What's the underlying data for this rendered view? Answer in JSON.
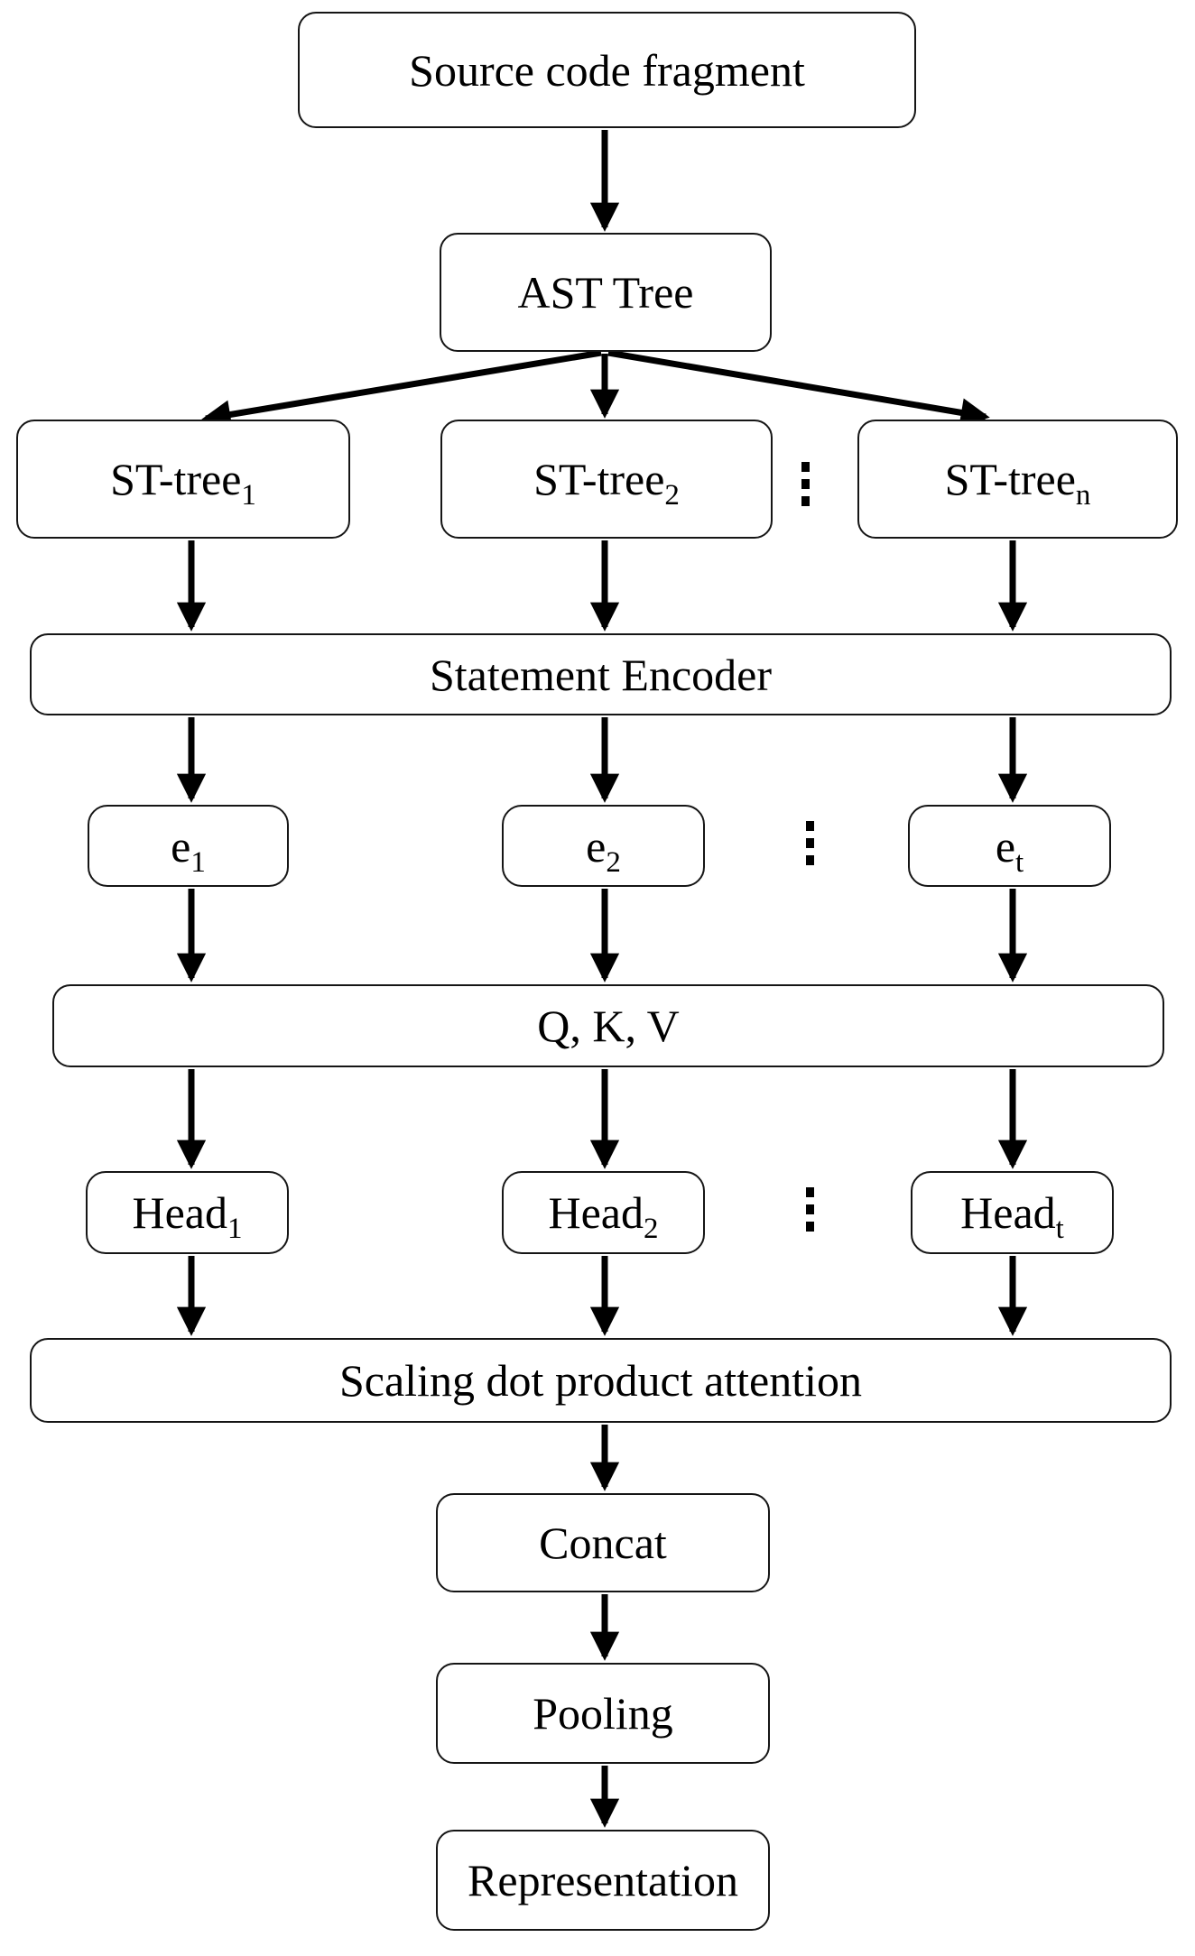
{
  "diagram": {
    "type": "flowchart",
    "background_color": "#ffffff",
    "line_color": "#000000",
    "text_color": "#000000",
    "nodes": {
      "source": {
        "label": "Source code fragment"
      },
      "ast": {
        "label": "AST Tree"
      },
      "st_tree_1": {
        "base": "ST-tree",
        "sub": "1"
      },
      "st_tree_2": {
        "base": "ST-tree",
        "sub": "2"
      },
      "st_tree_n": {
        "base": "ST-tree",
        "sub": "n"
      },
      "statement_encoder": {
        "label": "Statement Encoder"
      },
      "e_1": {
        "base": "e",
        "sub": "1"
      },
      "e_2": {
        "base": "e",
        "sub": "2"
      },
      "e_t": {
        "base": "e",
        "sub": "t"
      },
      "qkv": {
        "label": "Q, K, V"
      },
      "head_1": {
        "base": "Head",
        "sub": "1"
      },
      "head_2": {
        "base": "Head",
        "sub": "2"
      },
      "head_t": {
        "base": "Head",
        "sub": "t"
      },
      "attention": {
        "label": "Scaling dot product attention"
      },
      "concat": {
        "label": "Concat"
      },
      "pooling": {
        "label": "Pooling"
      },
      "representation": {
        "label": "Representation"
      }
    },
    "ellipsis": {
      "symbol": "⋮",
      "positions": [
        "between st_tree_2 and st_tree_n",
        "between e_2 and e_t",
        "between head_2 and head_t"
      ]
    },
    "edges": [
      {
        "from": "source",
        "to": "ast"
      },
      {
        "from": "ast",
        "to": "st_tree_1"
      },
      {
        "from": "ast",
        "to": "st_tree_2"
      },
      {
        "from": "ast",
        "to": "st_tree_n"
      },
      {
        "from": "st_tree_1",
        "to": "statement_encoder"
      },
      {
        "from": "st_tree_2",
        "to": "statement_encoder"
      },
      {
        "from": "st_tree_n",
        "to": "statement_encoder"
      },
      {
        "from": "statement_encoder",
        "to": "e_1"
      },
      {
        "from": "statement_encoder",
        "to": "e_2"
      },
      {
        "from": "statement_encoder",
        "to": "e_t"
      },
      {
        "from": "e_1",
        "to": "qkv"
      },
      {
        "from": "e_2",
        "to": "qkv"
      },
      {
        "from": "e_t",
        "to": "qkv"
      },
      {
        "from": "qkv",
        "to": "head_1"
      },
      {
        "from": "qkv",
        "to": "head_2"
      },
      {
        "from": "qkv",
        "to": "head_t"
      },
      {
        "from": "head_1",
        "to": "attention"
      },
      {
        "from": "head_2",
        "to": "attention"
      },
      {
        "from": "head_t",
        "to": "attention"
      },
      {
        "from": "attention",
        "to": "concat"
      },
      {
        "from": "concat",
        "to": "pooling"
      },
      {
        "from": "pooling",
        "to": "representation"
      }
    ]
  }
}
